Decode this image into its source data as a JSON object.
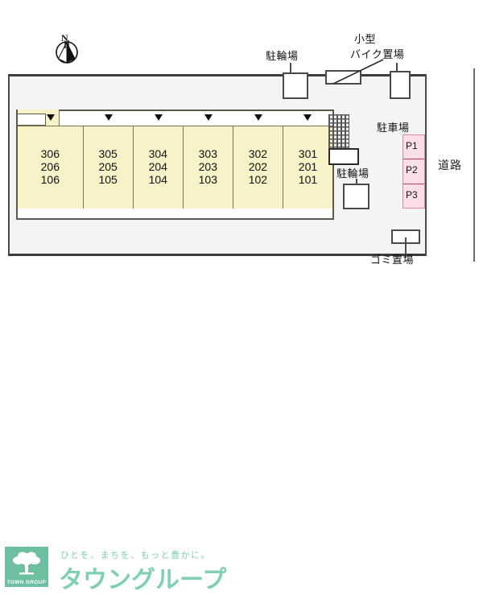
{
  "floorplan": {
    "compass": {
      "label": "N",
      "icon": "compass-rose-icon"
    },
    "road": {
      "label": "道路"
    },
    "building": {
      "units": [
        {
          "id": "unit-306",
          "lines": [
            "306",
            "206",
            "106"
          ],
          "wide": true
        },
        {
          "id": "unit-305",
          "lines": [
            "305",
            "205",
            "105"
          ],
          "wide": false
        },
        {
          "id": "unit-304",
          "lines": [
            "304",
            "204",
            "104"
          ],
          "wide": false
        },
        {
          "id": "unit-303",
          "lines": [
            "303",
            "203",
            "103"
          ],
          "wide": false
        },
        {
          "id": "unit-302",
          "lines": [
            "302",
            "202",
            "102"
          ],
          "wide": false
        },
        {
          "id": "unit-301",
          "lines": [
            "301",
            "201",
            "101"
          ],
          "wide": false
        }
      ]
    },
    "parking": {
      "title": "駐車場",
      "slots": [
        {
          "label": "P1"
        },
        {
          "label": "P2"
        },
        {
          "label": "P3"
        }
      ],
      "color": "#fbdfe6",
      "border_color": "#b3405c"
    },
    "facilities": [
      {
        "name": "bicycle-parking-top",
        "label": "駐輪場"
      },
      {
        "name": "motorcycle-parking",
        "label": "小型\nバイク置場",
        "label_line1": "小型",
        "label_line2": "バイク置場"
      },
      {
        "name": "bicycle-parking-bottom",
        "label": "駐輪場"
      },
      {
        "name": "garbage-area",
        "label": "ゴミ置場"
      }
    ],
    "colors": {
      "unit_fill": "#f7f2c8",
      "site_fill": "#f4f4f4",
      "parking_fill": "#fbdfe6",
      "brand_green": "#6cc0a0"
    }
  },
  "footer": {
    "logo_name": "TOWN GROUP",
    "logo_icon": "tree-icon",
    "tagline": "ひとを、まちを、もっと豊かに。",
    "brand": "タウングループ"
  }
}
